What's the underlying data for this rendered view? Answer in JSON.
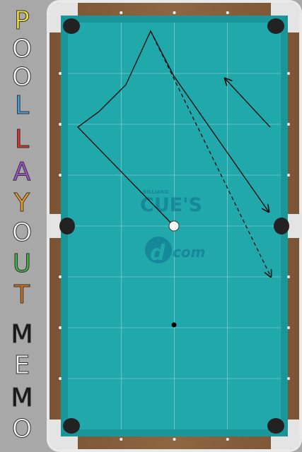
{
  "app": {
    "title_letters": [
      {
        "char": "P",
        "color": "#f3e23a"
      },
      {
        "char": "O",
        "color": "#f7f7f7"
      },
      {
        "char": "O",
        "color": "#f7f7f7"
      },
      {
        "char": "L",
        "color": "#3fa0e0"
      },
      {
        "char": "L",
        "color": "#e0302e"
      },
      {
        "char": "A",
        "color": "#a04ed0"
      },
      {
        "char": "Y",
        "color": "#f3a21e"
      },
      {
        "char": "O",
        "color": "#f7f7f7"
      },
      {
        "char": "U",
        "color": "#3fb04a"
      },
      {
        "char": "T",
        "color": "#d0701e"
      },
      {
        "char": "M",
        "color": "#151515"
      },
      {
        "char": "E",
        "color": "#f7f7f7"
      },
      {
        "char": "M",
        "color": "#151515"
      },
      {
        "char": "O",
        "color": "#f7f7f7"
      }
    ]
  },
  "table": {
    "felt_color": "#20a8ab",
    "rail_color": "#8a6240",
    "cushion_color": "#1b979a",
    "pocket_color": "#222222",
    "watermark": {
      "small": "BILLIARD",
      "brand": "CUE'S",
      "logo_letter": "d",
      "domain": "com"
    }
  },
  "balls": [
    {
      "name": "cue-ball",
      "color": "#ffffff"
    },
    {
      "name": "object-ball",
      "color": "#000000"
    }
  ]
}
